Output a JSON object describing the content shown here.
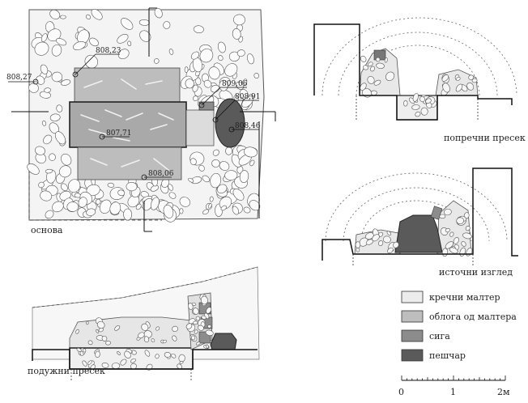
{
  "plan": {
    "caption": "основа",
    "elevations": [
      {
        "id": "e1",
        "text": "808,23"
      },
      {
        "id": "e2",
        "text": "808,27"
      },
      {
        "id": "e3",
        "text": "809,06"
      },
      {
        "id": "e4",
        "text": "808,91"
      },
      {
        "id": "e5",
        "text": "808,46"
      },
      {
        "id": "e6",
        "text": "807,71"
      },
      {
        "id": "e7",
        "text": "808,06"
      }
    ]
  },
  "cross_section": {
    "caption": "попречни пресек"
  },
  "east_view": {
    "caption": "источни изглед"
  },
  "long_section": {
    "caption": "подужни пресек"
  },
  "legend": {
    "items": [
      {
        "label": "кречни малтер",
        "color": "#ececec"
      },
      {
        "label": "облога од малтера",
        "color": "#bdbdbd"
      },
      {
        "label": "сига",
        "color": "#8c8c8c"
      },
      {
        "label": "пешчар",
        "color": "#5a5a5a"
      }
    ]
  },
  "scale": {
    "labels": [
      "0",
      "1",
      "2м"
    ]
  }
}
